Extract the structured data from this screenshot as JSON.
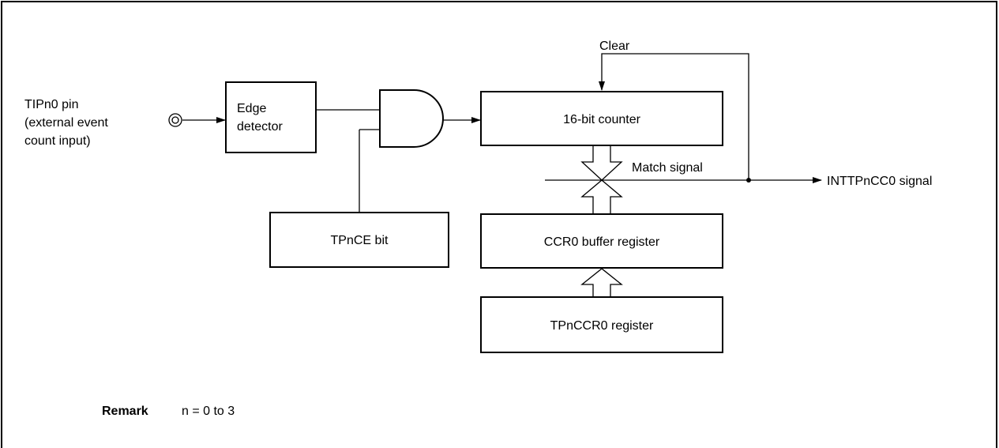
{
  "input": {
    "pin_line1": "TIPn0 pin",
    "pin_line2": "(external event",
    "pin_line3": "count input)"
  },
  "blocks": {
    "edge_detector_line1": "Edge",
    "edge_detector_line2": "detector",
    "counter": "16-bit counter",
    "tpnce": "TPnCE bit",
    "ccr0_buffer": "CCR0 buffer register",
    "tpnccr0": "TPnCCR0 register"
  },
  "signals": {
    "clear": "Clear",
    "match": "Match signal",
    "output": "INTTPnCC0 signal"
  },
  "remark": {
    "title": "Remark",
    "text": "n = 0 to 3"
  }
}
